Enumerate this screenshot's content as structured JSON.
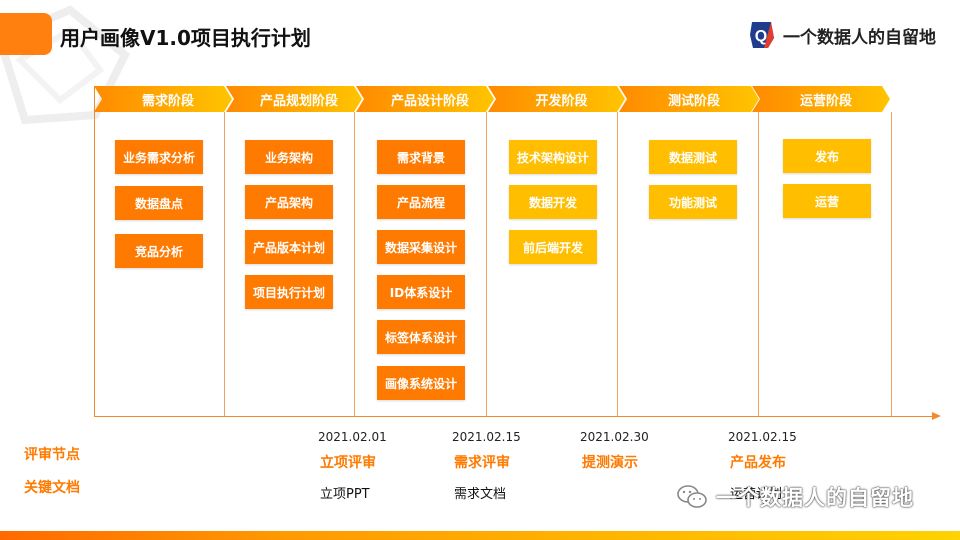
{
  "header": {
    "title": "用户画像V1.0项目执行计划",
    "brand_text": "一个数据人的自留地",
    "brand_logo_letter": "Q"
  },
  "phases": [
    {
      "label": "需求阶段"
    },
    {
      "label": "产品规划阶段"
    },
    {
      "label": "产品设计阶段"
    },
    {
      "label": "开发阶段"
    },
    {
      "label": "测试阶段"
    },
    {
      "label": "运营阶段"
    }
  ],
  "tasks": {
    "requirements": [
      "业务需求分析",
      "数据盘点",
      "竞品分析"
    ],
    "planning": [
      "业务架构",
      "产品架构",
      "产品版本计划",
      "项目执行计划"
    ],
    "design": [
      "需求背景",
      "产品流程",
      "数据采集设计",
      "ID体系设计",
      "标签体系设计",
      "画像系统设计"
    ],
    "development": [
      "技术架构设计",
      "数据开发",
      "前后端开发"
    ],
    "testing": [
      "数据测试",
      "功能测试"
    ],
    "operations": [
      "发布",
      "运营"
    ]
  },
  "milestones": [
    {
      "date": "2021.02.01",
      "node": "立项评审",
      "doc": "立项PPT"
    },
    {
      "date": "2021.02.15",
      "node": "需求评审",
      "doc": "需求文档"
    },
    {
      "date": "2021.02.30",
      "node": "提测演示",
      "doc": ""
    },
    {
      "date": "2021.02.15",
      "node": "产品发布",
      "doc": "运营计划"
    }
  ],
  "side_labels": {
    "review": "评审节点",
    "docs": "关键文档"
  },
  "watermark": {
    "text": "一个数据人的自留地",
    "icon": "wechat-icon"
  },
  "colors": {
    "accent": "#ff7a00",
    "yellow": "#ffbf00",
    "phase_gradient_start": "#ff8a00",
    "phase_gradient_end": "#ffc400"
  }
}
